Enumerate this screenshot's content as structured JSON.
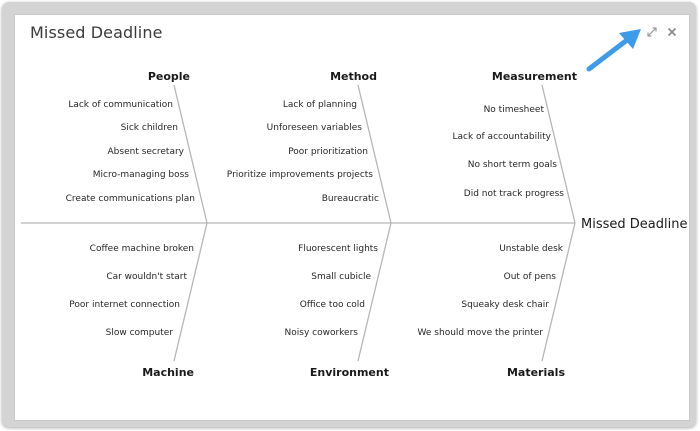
{
  "window": {
    "title": "Missed Deadline"
  },
  "icons": {
    "expand": "expand-icon",
    "close": "close-icon",
    "pointer_arrow": "pointer-arrow-icon"
  },
  "colors": {
    "accent_arrow": "#3d9be9",
    "bones": "#b6b6b6"
  },
  "diagram": {
    "effect": "Missed Deadline",
    "top": [
      {
        "category": "People",
        "causes": [
          "Lack of communication",
          "Sick children",
          "Absent secretary",
          "Micro-managing boss",
          "Create communications plan"
        ]
      },
      {
        "category": "Method",
        "causes": [
          "Lack of planning",
          "Unforeseen variables",
          "Poor prioritization",
          "Prioritize improvements projects",
          "Bureaucratic"
        ]
      },
      {
        "category": "Measurement",
        "causes": [
          "No timesheet",
          "Lack of accountability",
          "No short term goals",
          "Did not track progress"
        ]
      }
    ],
    "bottom": [
      {
        "category": "Machine",
        "causes": [
          "Coffee machine broken",
          "Car wouldn't start",
          "Poor internet connection",
          "Slow computer"
        ]
      },
      {
        "category": "Environment",
        "causes": [
          "Fluorescent lights",
          "Small cubicle",
          "Office too cold",
          "Noisy coworkers"
        ]
      },
      {
        "category": "Materials",
        "causes": [
          "Unstable desk",
          "Out of pens",
          "Squeaky desk chair",
          "We should move the printer"
        ]
      }
    ]
  }
}
